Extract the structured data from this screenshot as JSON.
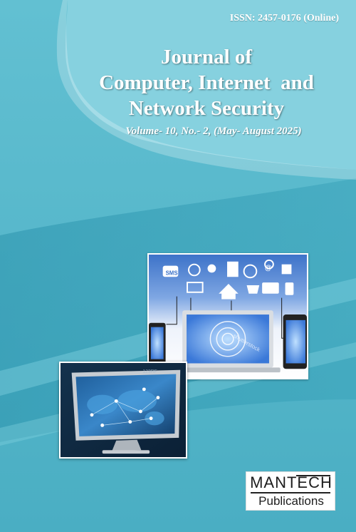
{
  "cover": {
    "issn": "ISSN: 2457-0176 (Online)",
    "title_lines": [
      "Journal of",
      "Computer, Internet  and",
      "Network Security"
    ],
    "volume": "Volume- 10, No.- 2, (May- August 2025)"
  },
  "images": {
    "network_devices": {
      "labels": [
        "SMS",
        "@"
      ],
      "watermark": "shutterstock"
    },
    "world_monitor": {
      "watermark": "123RF"
    }
  },
  "publisher": {
    "name_top": "MANTECH",
    "name_bottom": "Publications"
  },
  "colors": {
    "background": "#4fb6c9",
    "light_curve": "#7fd0de",
    "dark_band": "#1f8aa3",
    "text": "#ffffff"
  }
}
